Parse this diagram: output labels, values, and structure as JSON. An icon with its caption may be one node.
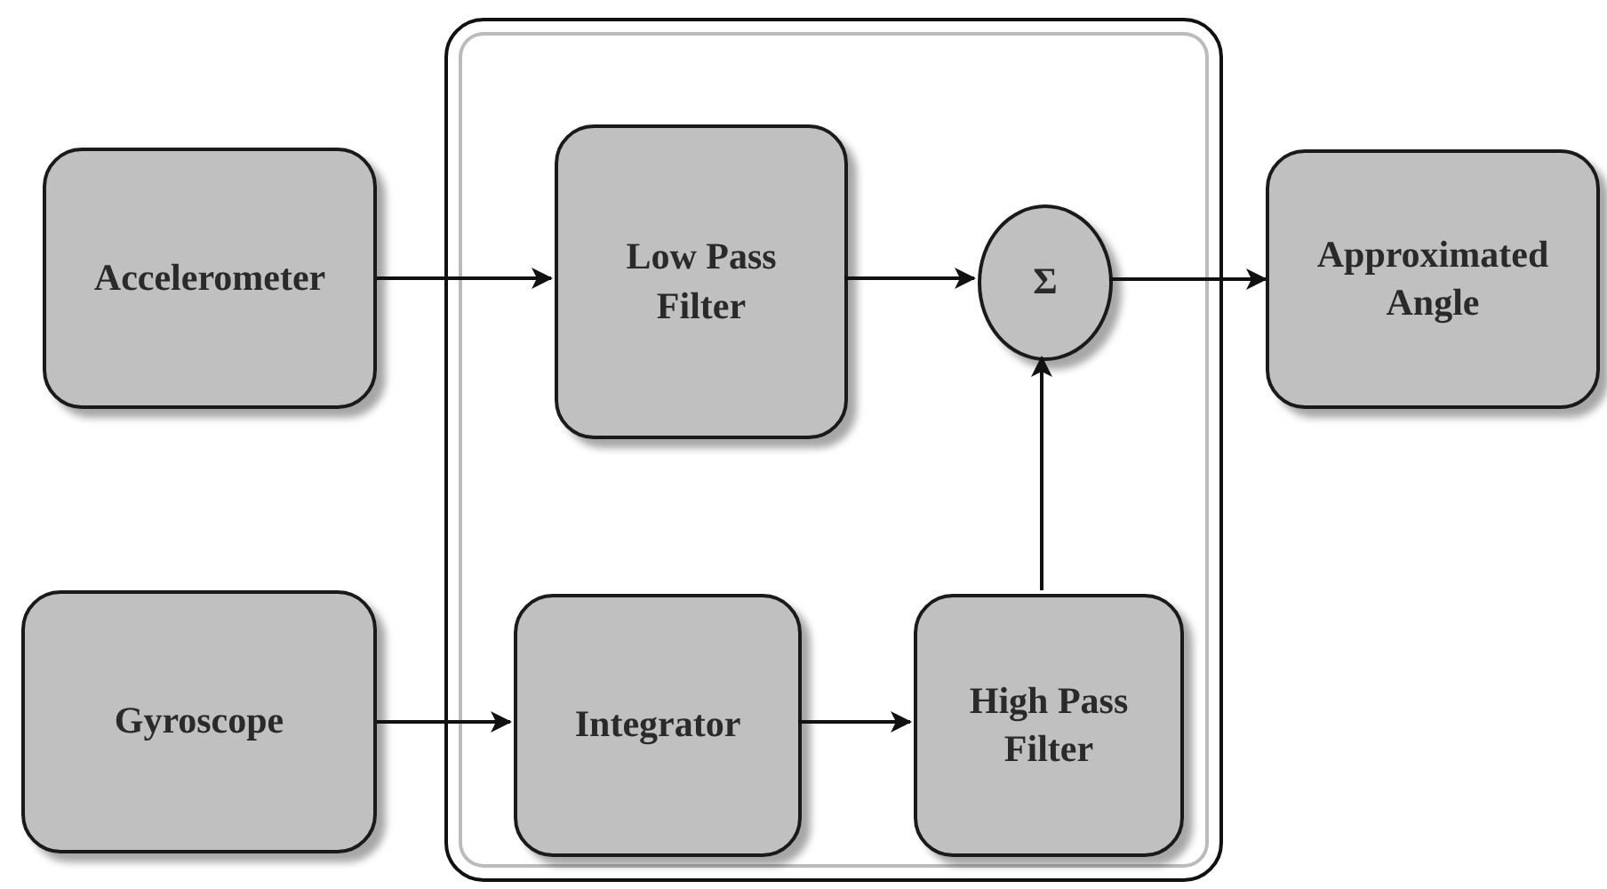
{
  "diagram": {
    "nodes": [
      {
        "text": [
          "Accelerometer"
        ]
      },
      {
        "text": [],
        "shape": "box"
      },
      {
        "text": [
          "Low Pass Filter"
        ],
        "in": 1
      },
      {
        "text": [
          "Σ"
        ],
        "in": 1
      },
      {
        "text": [
          "Approximated Angle"
        ]
      },
      {
        "text": [
          "Gyroscope"
        ]
      },
      {
        "text": [
          "Integrator"
        ],
        "in": 1
      },
      {
        "text": [
          "High Pass Filter"
        ],
        "in": 1
      }
    ],
    "edges": [
      {
        "from": 0,
        "to": 2,
        "arrow": "to"
      },
      {
        "from": 2,
        "to": 3,
        "arrow": "to"
      },
      {
        "from": 3,
        "to": 4,
        "arrow": "to"
      },
      {
        "from": 5,
        "to": 6,
        "arrow": "to"
      },
      {
        "from": 6,
        "to": 7,
        "arrow": "to"
      },
      {
        "from": 7,
        "to": 3,
        "arrow": "to"
      }
    ]
  }
}
